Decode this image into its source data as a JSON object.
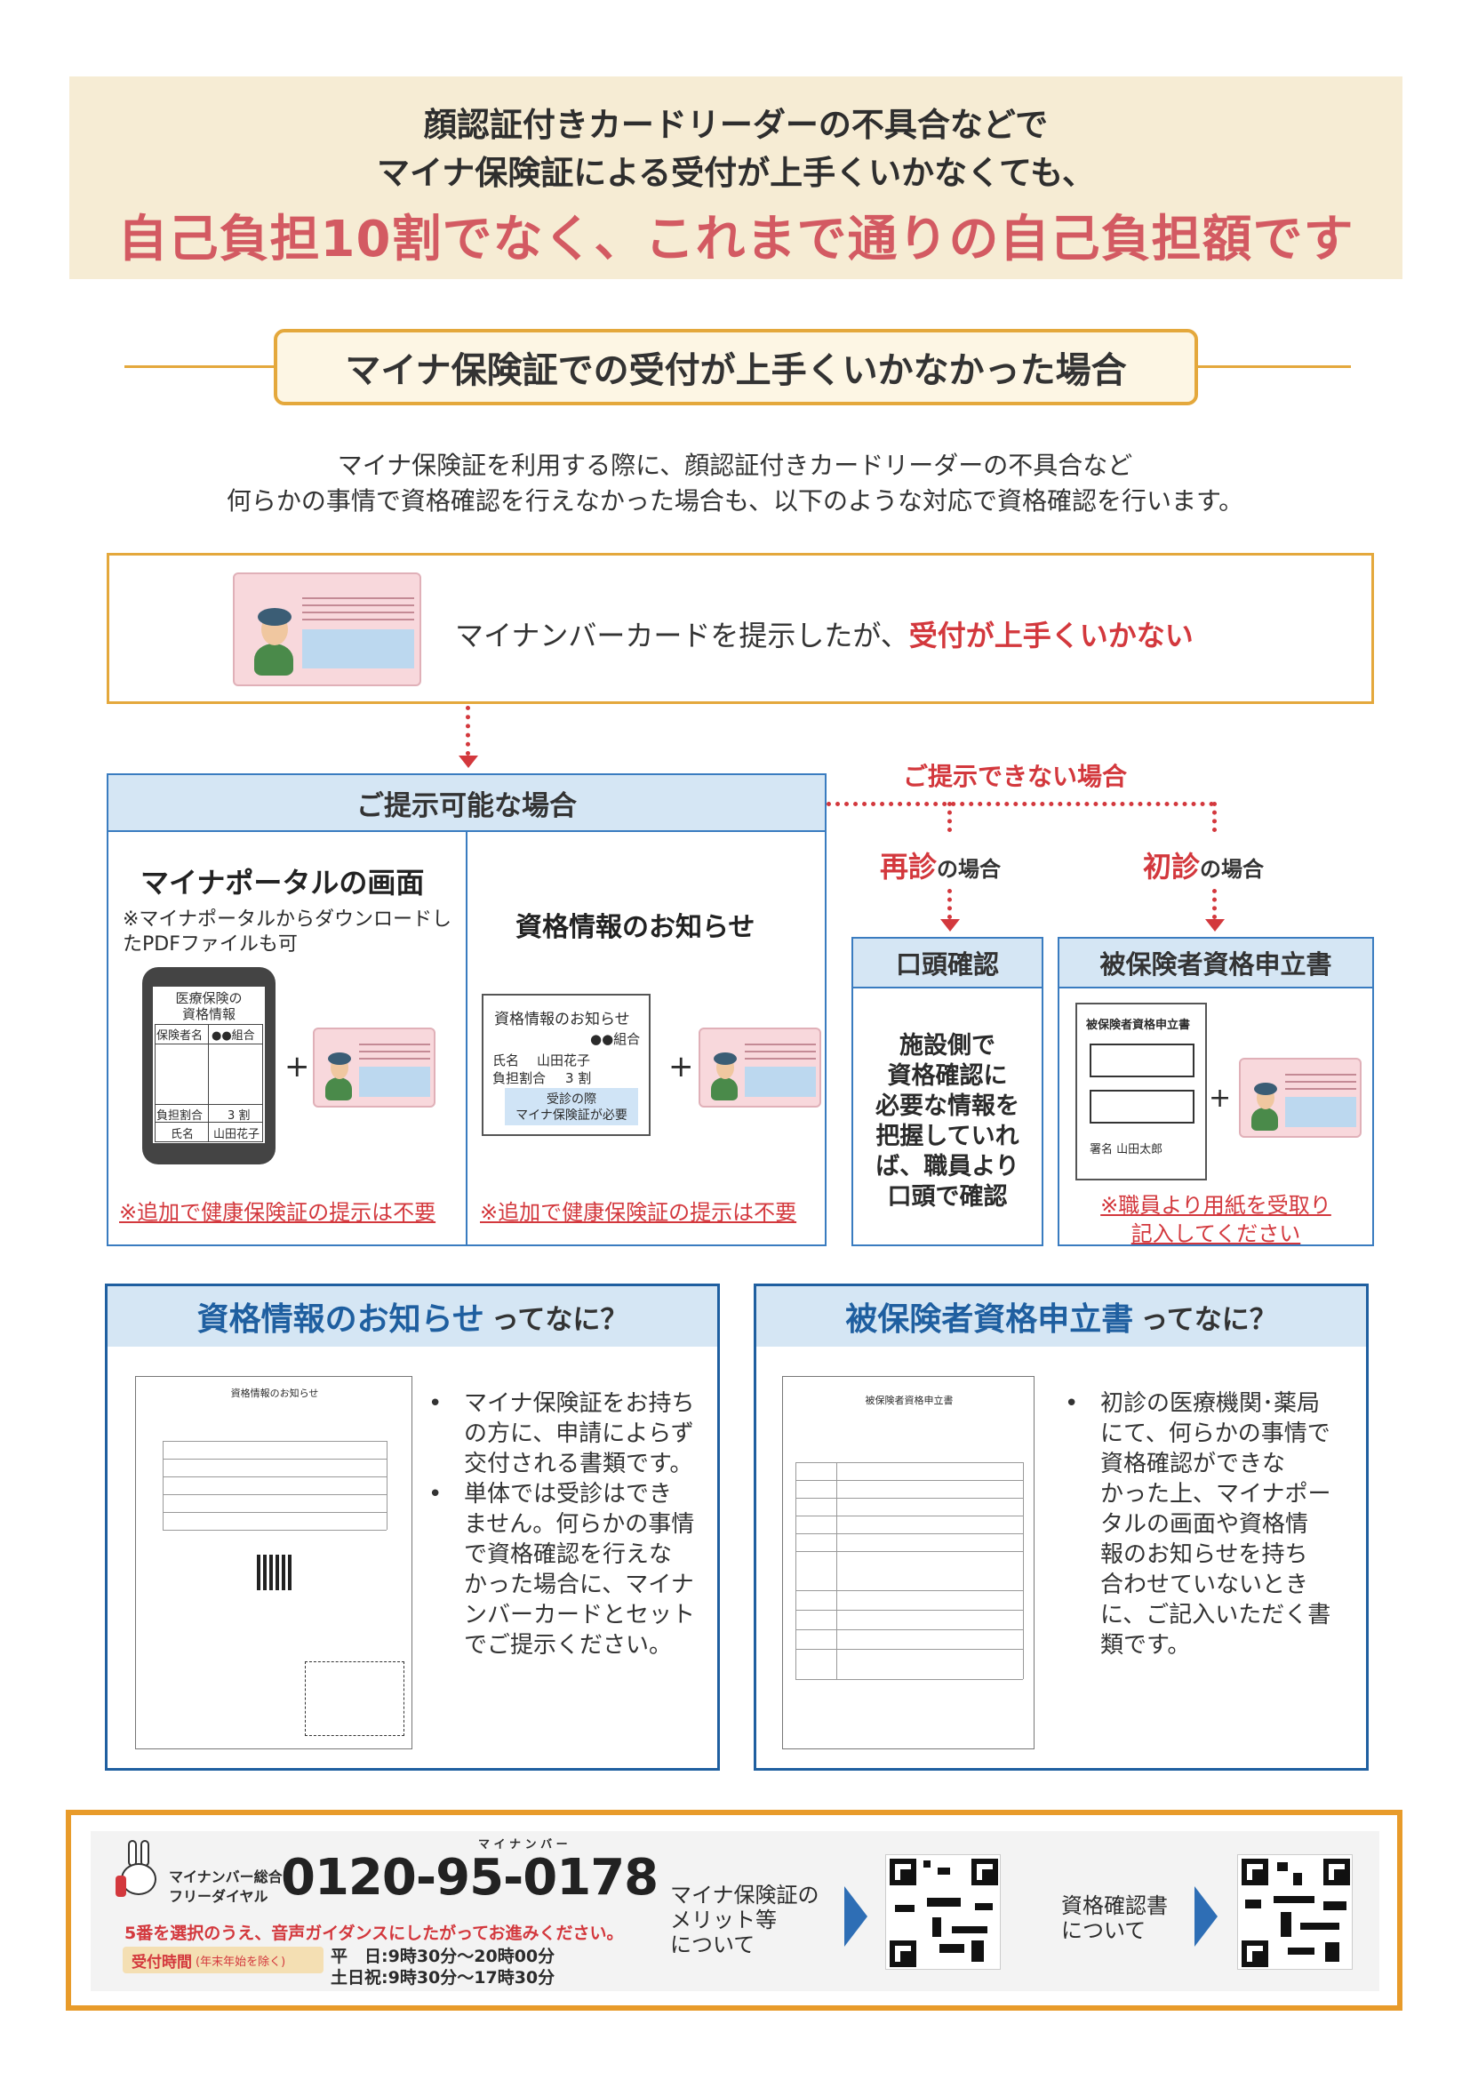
{
  "banner": {
    "line1": "顔認証付きカードリーダーの不具合などで",
    "line2": "マイナ保険証による受付が上手くいかなくても、",
    "line3": "自己負担10割でなく、これまで通りの自己負担額です"
  },
  "section": {
    "title": "マイナ保険証での受付が上手くいかなかった場合",
    "intro1": "マイナ保険証を利用する際に、顔認証付きカードリーダーの不具合など",
    "intro2": "何らかの事情で資格確認を行えなかった場合も、以下のような対応で資格確認を行います。"
  },
  "top_case": {
    "text": "マイナンバーカードを提示したが、",
    "emphasis": "受付が上手くいかない"
  },
  "presentable": {
    "header": "ご提示可能な場合",
    "col1": {
      "title": "マイナポータルの画面",
      "note1": "※マイナポータルからダウンロードし",
      "note2": "たPDFファイルも可",
      "phone_title1": "医療保険の",
      "phone_title2": "資格情報",
      "insurer_label": "保険者名",
      "insurer_value": "●●組合",
      "ratio_label": "負担割合",
      "ratio_value": "3 割",
      "name_label": "氏名",
      "name_value": "山田花子",
      "footnote": "※追加で健康保険証の提示は不要"
    },
    "col2": {
      "title": "資格情報のお知らせ",
      "sheet_title": "資格情報のお知らせ",
      "sheet_insurer": "●●組合",
      "sheet_name_label": "氏名",
      "sheet_name": "山田花子",
      "sheet_ratio_label": "負担割合",
      "sheet_ratio": "3 割",
      "sheet_hl1": "受診の際",
      "sheet_hl2": "マイナ保険証が必要",
      "footnote": "※追加で健康保険証の提示は不要"
    },
    "plus": "+"
  },
  "not_presentable": {
    "header": "ご提示できない場合",
    "revisit": {
      "big": "再診",
      "small": "の場合",
      "box_title": "口頭確認",
      "lines": [
        "施設側で",
        "資格確認に",
        "必要な情報を",
        "把握していれ",
        "ば、職員より",
        "口頭で確認"
      ]
    },
    "first": {
      "big": "初診",
      "small": "の場合",
      "box_title": "被保険者資格申立書",
      "form_title": "被保険者資格申立書",
      "signature": "署名 山田太郎",
      "note1": "※職員より用紙を受取り",
      "note2": "記入してください"
    }
  },
  "what1": {
    "title_bold": "資格情報のお知らせ",
    "title_rest": "ってなに？",
    "bullet": "•",
    "text1": [
      "マイナ保険証をお持ち",
      "の方に、申請によらず",
      "交付される書類です。"
    ],
    "text2": [
      "単体では受診はでき",
      "ません。何らかの事情",
      "で資格確認を行えな",
      "かった場合に、マイナ",
      "ンバーカードとセット",
      "でご提示ください。"
    ],
    "doc_title": "資格情報のお知らせ"
  },
  "what2": {
    "title_bold": "被保険者資格申立書",
    "title_rest": "ってなに？",
    "bullet": "•",
    "text": [
      "初診の医療機関･薬局",
      "にて、何らかの事情で",
      "資格確認ができな",
      "かった上、マイナポー",
      "タルの画面や資格情",
      "報のお知らせを持ち",
      "合わせていないとき",
      "に、ご記入いただく書",
      "類です。"
    ],
    "doc_title": "被保険者資格申立書"
  },
  "footer": {
    "dial_label1": "マイナンバー総合",
    "dial_label2": "フリーダイヤル",
    "ruby": "マ イ ナ ン バ ー",
    "phone": "0120-95-0178",
    "instruction": "5番を選択のうえ、音声ガイダンスにしたがってお進みください。",
    "hours_label": "受付時間",
    "hours_note": "(年末年始を除く)",
    "weekday": "平　日:9時30分～20時00分",
    "weekend": "土日祝:9時30分～17時30分",
    "link1": [
      "マイナ保険証の",
      "メリット等",
      "について"
    ],
    "link2": [
      "資格確認書",
      "について"
    ]
  },
  "colors": {
    "accent": "#e4a83c",
    "red": "#d3383d",
    "blue": "#1f5fa0",
    "light_blue": "#d5e6f4"
  }
}
